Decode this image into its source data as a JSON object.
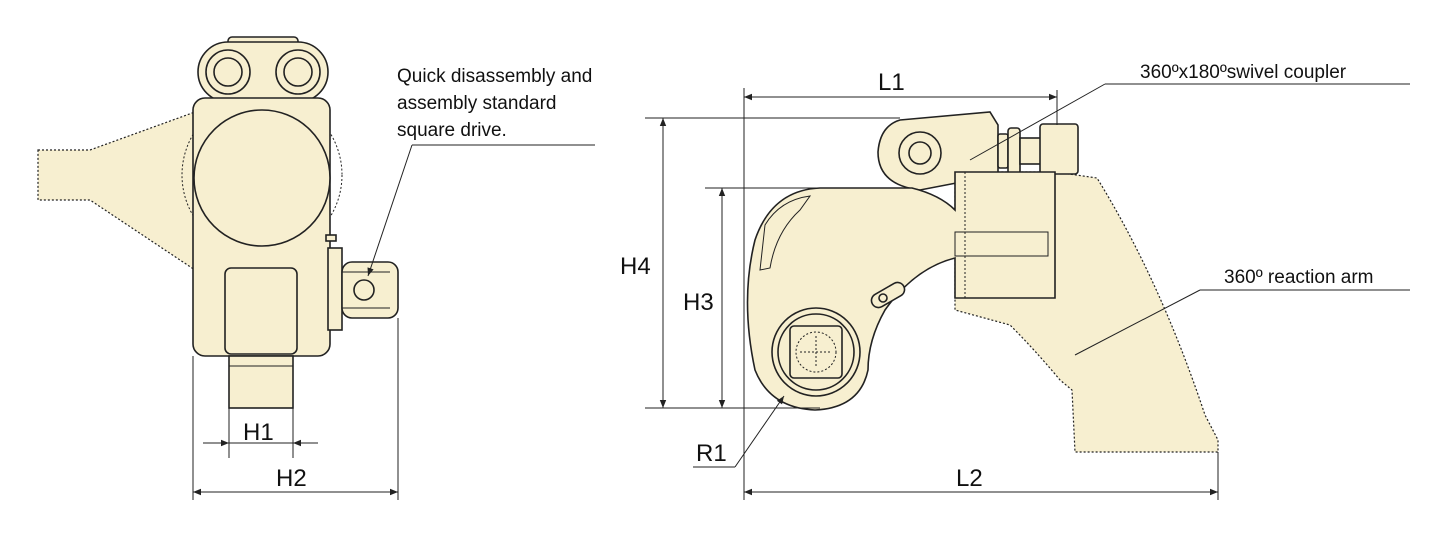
{
  "labels": {
    "square_drive_note_line1": "Quick disassembly and",
    "square_drive_note_line2": "assembly standard",
    "square_drive_note_line3": "square drive.",
    "swivel_coupler": "360ºx180ºswivel coupler",
    "reaction_arm": "360º reaction arm"
  },
  "dimensions": {
    "h1": "H1",
    "h2": "H2",
    "h3": "H3",
    "h4": "H4",
    "l1": "L1",
    "l2": "L2",
    "r1": "R1"
  },
  "colors": {
    "body": "#f7efd0",
    "outline": "#222222"
  }
}
